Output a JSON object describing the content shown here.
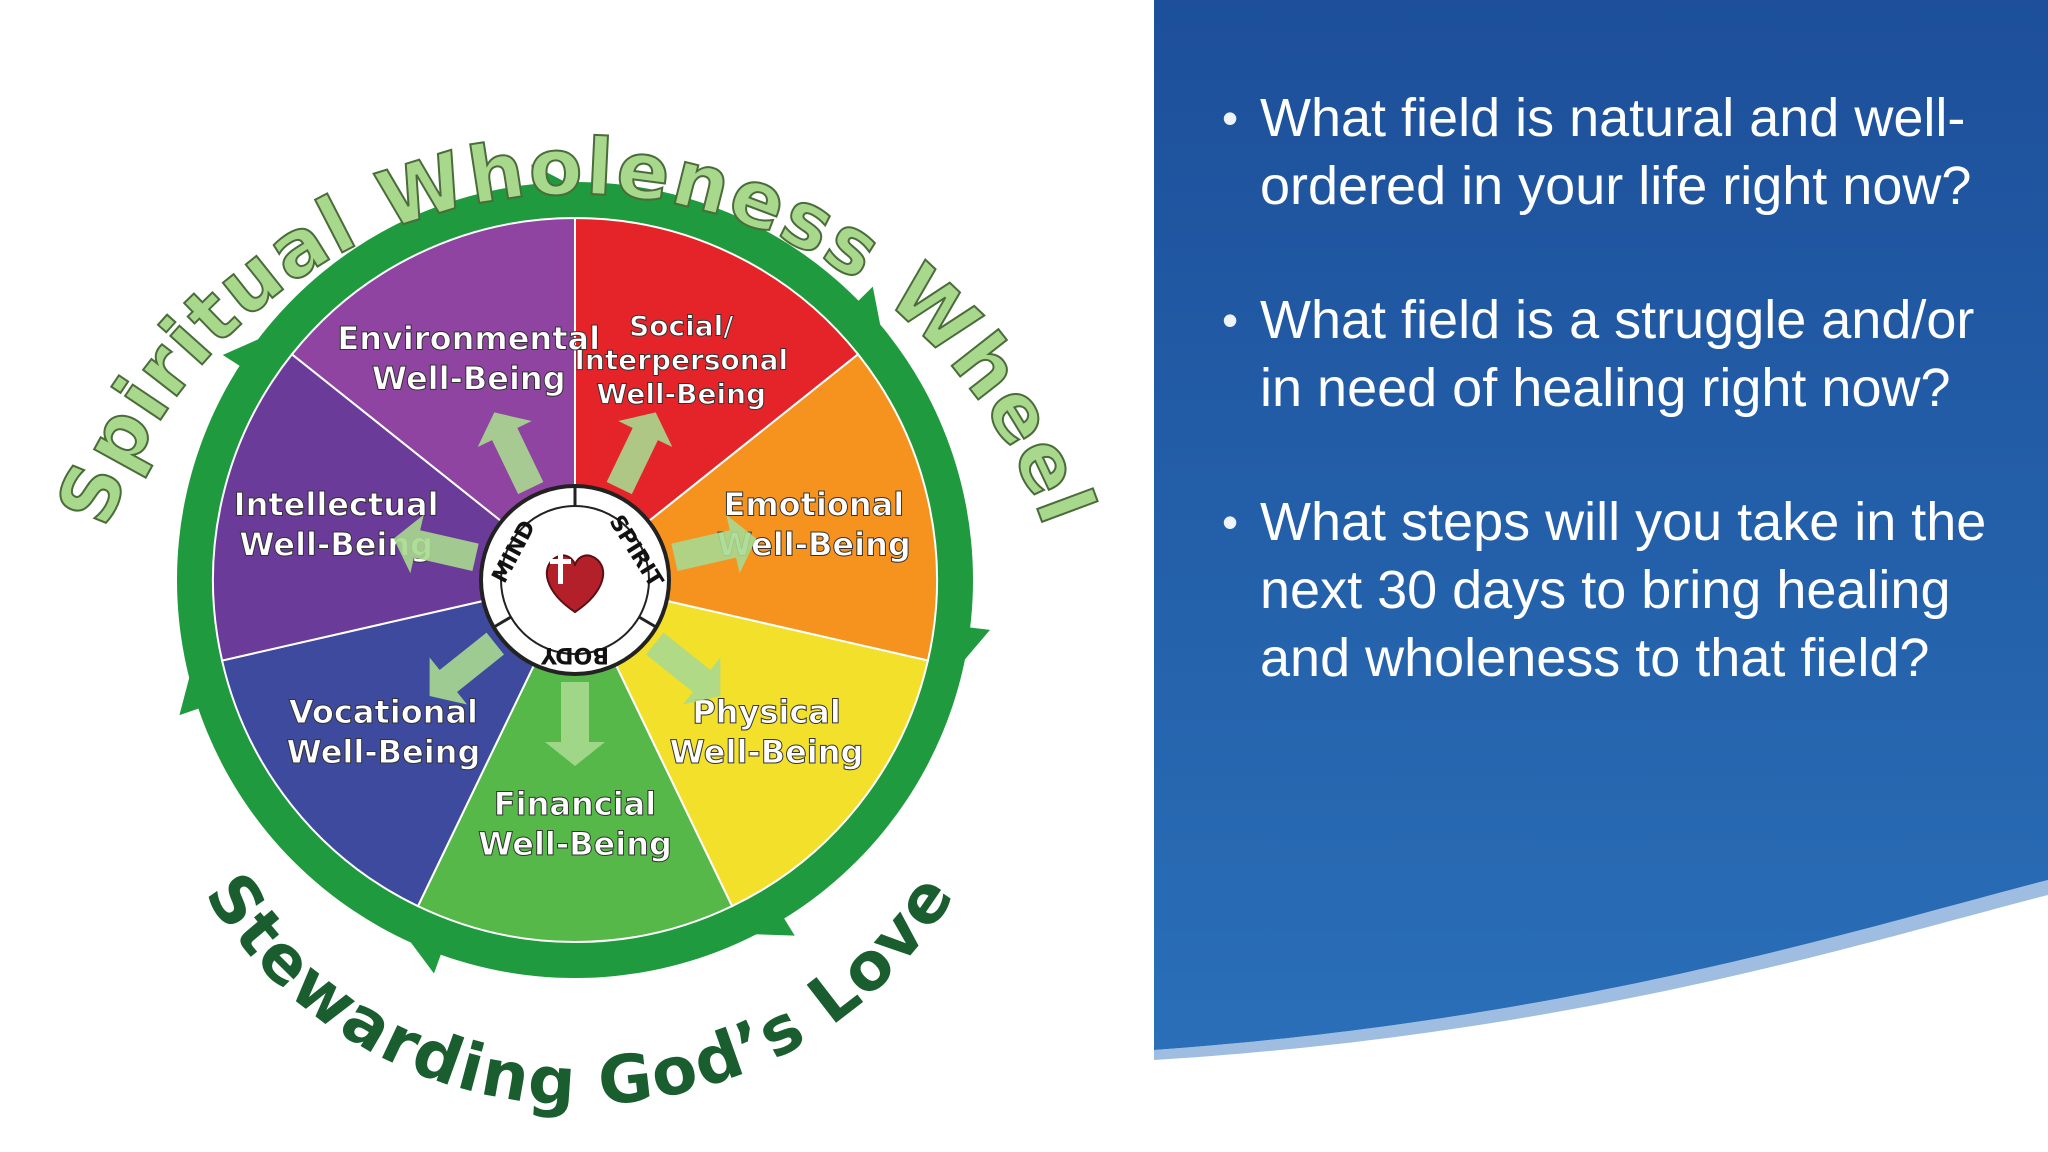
{
  "diagram": {
    "title": "Spiritual Wholeness Wheel",
    "subtitle": "Stewarding God’s Love",
    "center": {
      "labels": [
        "MIND",
        "SPIRIT",
        "BODY"
      ],
      "icon": "cross-heart-icon"
    },
    "segments": [
      {
        "lines": [
          "Social/",
          "Interpersonal",
          "Well-Being"
        ],
        "color": "#e5242a"
      },
      {
        "lines": [
          "Emotional",
          "Well-Being"
        ],
        "color": "#f5931e"
      },
      {
        "lines": [
          "Physical",
          "Well-Being"
        ],
        "color": "#f2e02a"
      },
      {
        "lines": [
          "Financial",
          "Well-Being"
        ],
        "color": "#56b848"
      },
      {
        "lines": [
          "Vocational",
          "Well-Being"
        ],
        "color": "#3d4a9e"
      },
      {
        "lines": [
          "Intellectual",
          "Well-Being"
        ],
        "color": "#6a3b98"
      },
      {
        "lines": [
          "Environmental",
          "Well-Being"
        ],
        "color": "#8e44a0"
      }
    ],
    "colors": {
      "ring": "#1f9a3e",
      "title_fill": "#a8d88c",
      "subtitle": "#1a5e30"
    }
  },
  "questions": [
    "What field is natural and well-ordered in your life right now?",
    "What field is a struggle and/or in need of healing right now?",
    "What steps will you take in the next 30 days to bring healing and wholeness to that field?"
  ],
  "panel": {
    "color_top": "#1d4f9a",
    "color_bottom": "#2a6fb8"
  }
}
